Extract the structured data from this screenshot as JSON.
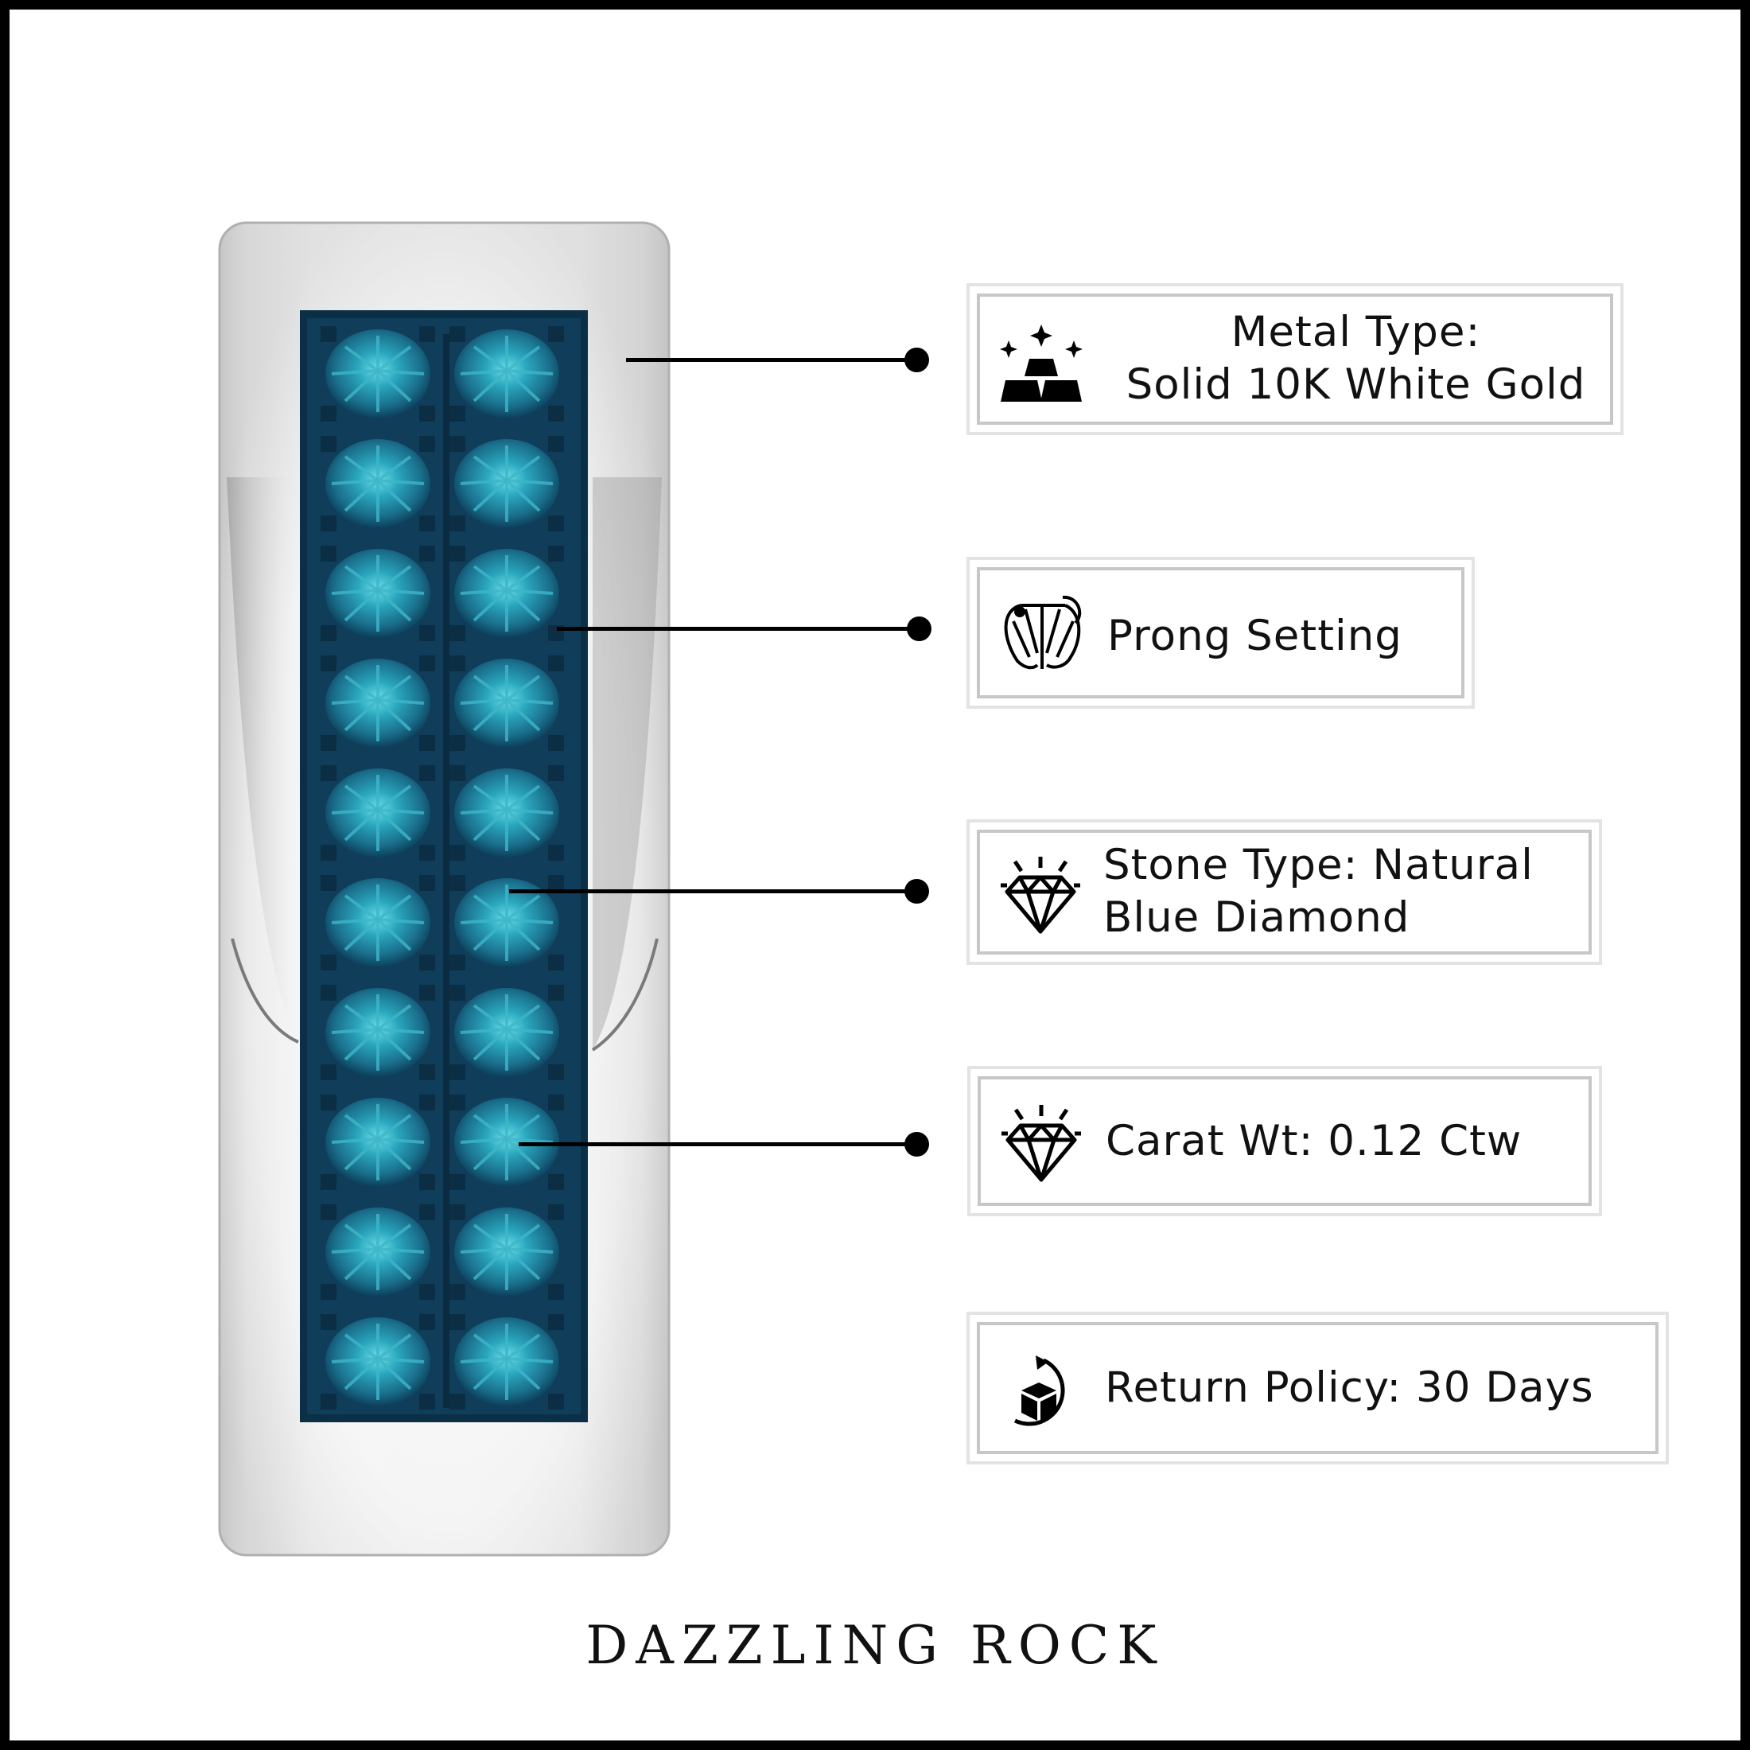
{
  "specs": {
    "metal": {
      "label": "Metal Type:",
      "value": "Solid 10K White Gold",
      "icon": "gold-bars-icon"
    },
    "setting": {
      "label": "Prong Setting",
      "icon": "prong-setting-icon"
    },
    "stone": {
      "line1": "Stone Type: Natural",
      "line2": "Blue Diamond",
      "icon": "diamond-icon"
    },
    "carat": {
      "label": "Carat Wt: 0.12 Ctw",
      "icon": "diamond-icon"
    },
    "returns": {
      "label": "Return Policy: 30 Days",
      "icon": "return-box-icon"
    }
  },
  "brand": {
    "name": "DAZZLING ROCK"
  },
  "colors": {
    "metal": "#dcdcdc",
    "stone_bed": "#0e3a55",
    "stone_highlight": "#3fb6c9",
    "ink": "#000000"
  },
  "product": {
    "stone_columns": 2,
    "stone_rows": 10
  }
}
